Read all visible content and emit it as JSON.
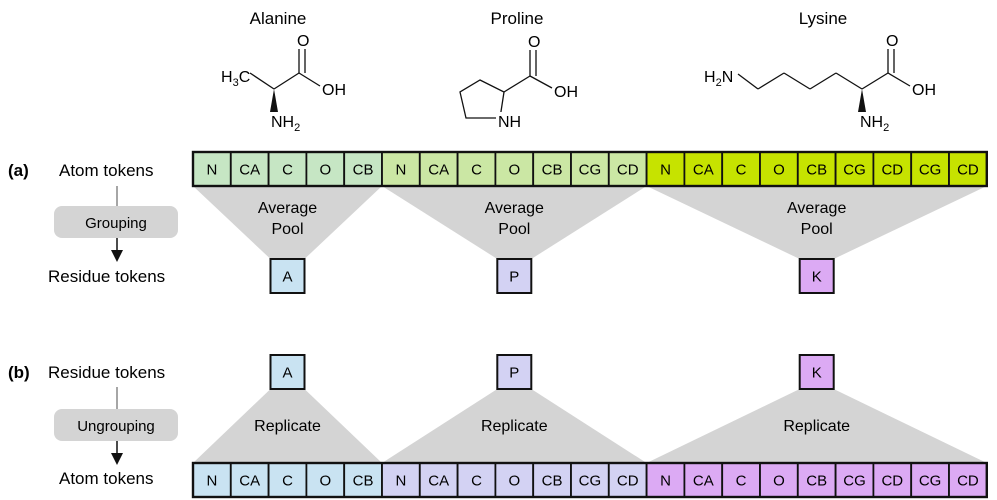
{
  "molecules": [
    {
      "name": "Alanine",
      "left_group": "H3C",
      "right_group": "OH",
      "top_group": "O",
      "amine": "NH2"
    },
    {
      "name": "Proline",
      "right_group": "OH",
      "top_group": "O",
      "ring_amine": "NH"
    },
    {
      "name": "Lysine",
      "left_group": "H2N",
      "right_group": "OH",
      "top_group": "O",
      "amine": "NH2"
    }
  ],
  "panel_a": {
    "label": "(a)",
    "top_row_label": "Atom tokens",
    "bottom_row_label": "Residue tokens",
    "operation": "Grouping",
    "trapezoid_label": "Average Pool"
  },
  "panel_b": {
    "label": "(b)",
    "top_row_label": "Residue tokens",
    "bottom_row_label": "Atom tokens",
    "operation": "Ungrouping",
    "trapezoid_label": "Replicate"
  },
  "residues": [
    {
      "code": "A",
      "atoms": [
        "N",
        "CA",
        "C",
        "O",
        "CB"
      ]
    },
    {
      "code": "P",
      "atoms": [
        "N",
        "CA",
        "C",
        "O",
        "CB",
        "CG",
        "CD"
      ]
    },
    {
      "code": "K",
      "atoms": [
        "N",
        "CA",
        "C",
        "O",
        "CB",
        "CG",
        "CD",
        "CG",
        "CD"
      ]
    }
  ],
  "colors": {
    "atom_tokens_a": [
      "#c6e6c4",
      "#c6e6c4",
      "#c6e6c4",
      "#c6e6c4",
      "#c6e6c4",
      "#cbe7a4",
      "#cbe7a4",
      "#cbe7a4",
      "#cbe7a4",
      "#cbe7a4",
      "#cbe7a4",
      "#cbe7a4",
      "#c6e300",
      "#c6e300",
      "#c6e300",
      "#c6e300",
      "#c6e300",
      "#c6e300",
      "#c6e300",
      "#c6e300",
      "#c6e300"
    ],
    "atom_tokens_b": [
      "#c9e3f2",
      "#c9e3f2",
      "#c9e3f2",
      "#c9e3f2",
      "#c9e3f2",
      "#d3d2f3",
      "#d3d2f3",
      "#d3d2f3",
      "#d3d2f3",
      "#d3d2f3",
      "#d3d2f3",
      "#d3d2f3",
      "#dcaaf4",
      "#dcaaf4",
      "#dcaaf4",
      "#dcaaf4",
      "#dcaaf4",
      "#dcaaf4",
      "#dcaaf4",
      "#dcaaf4",
      "#dcaaf4"
    ],
    "residue_tokens": [
      "#c9e3f2",
      "#d3d2f3",
      "#dcaaf4"
    ],
    "trapezoid": "#d4d4d4",
    "pill": "#d4d4d4"
  }
}
